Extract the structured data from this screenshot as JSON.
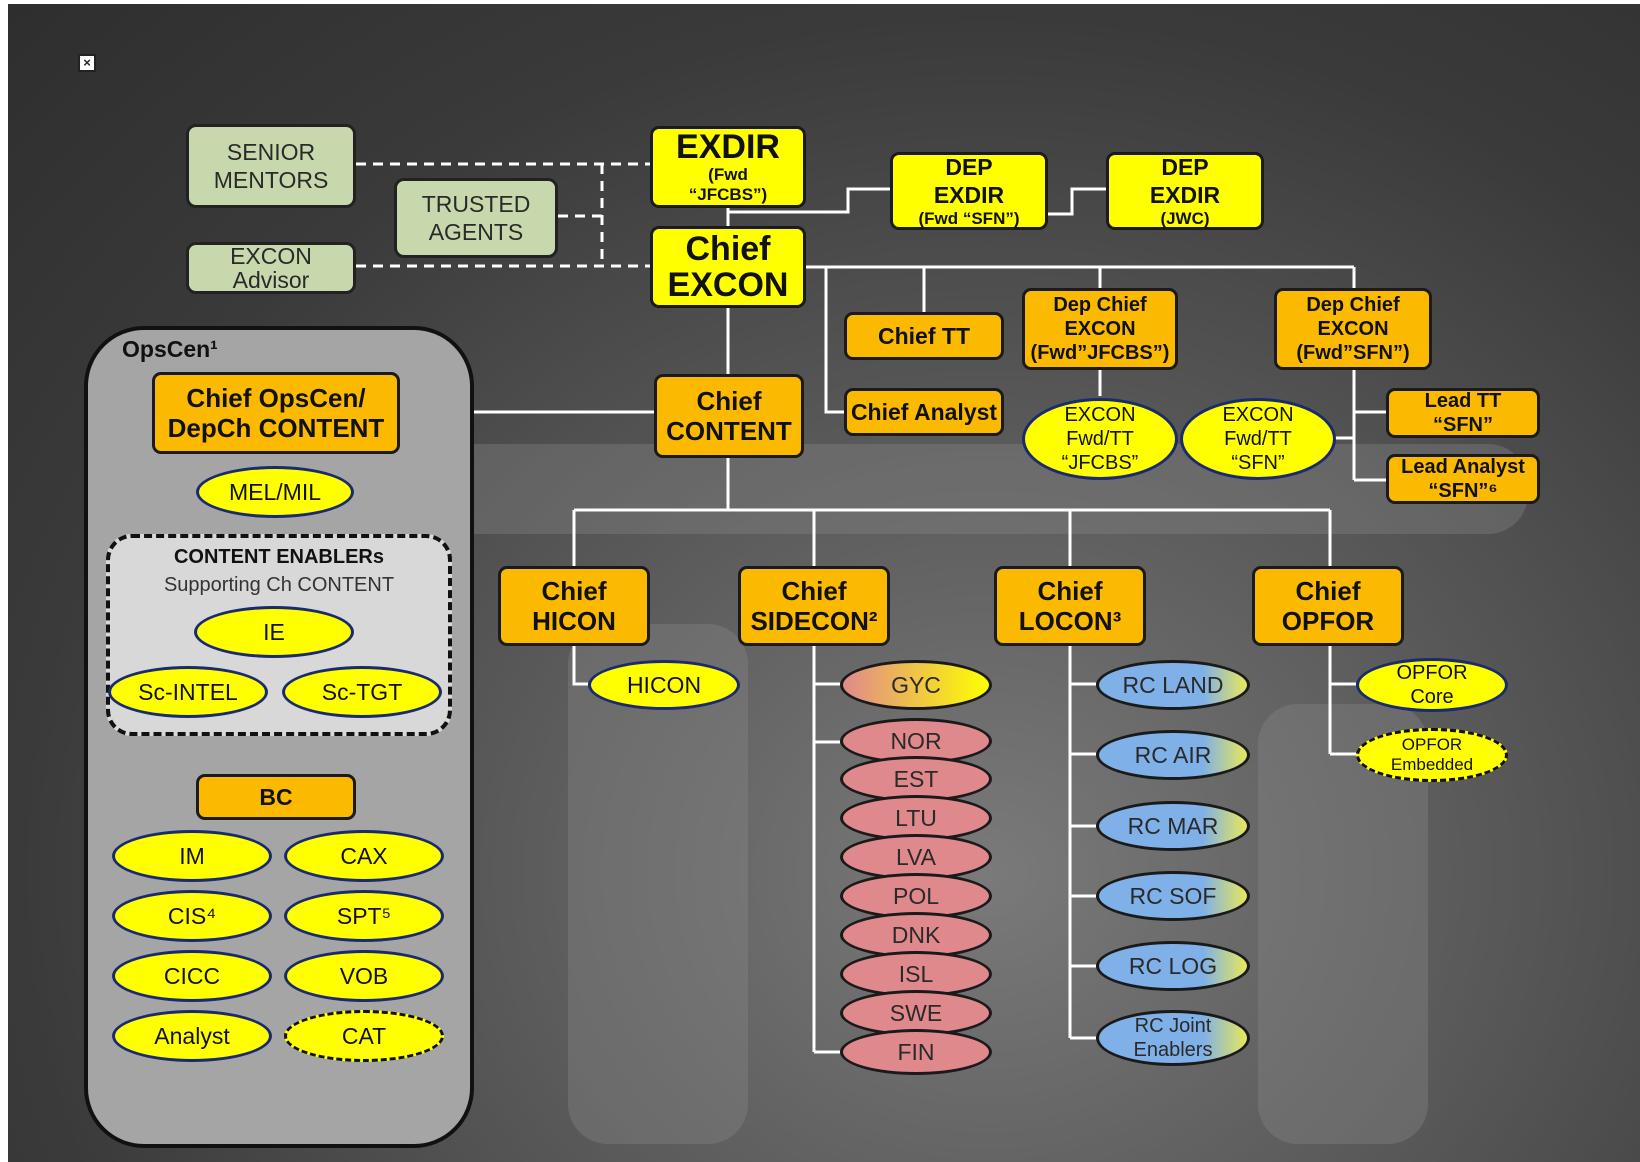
{
  "close_icon": "close-icon",
  "colors": {
    "yellow": "#ffff00",
    "orange": "#fbba00",
    "green": "#c7d8ad",
    "pink": "#e0898d",
    "blue": "#7fb0e8",
    "panel": "#a5a5a5"
  },
  "advisors": {
    "senior_mentors": [
      "SENIOR",
      "MENTORS"
    ],
    "trusted_agents": [
      "TRUSTED",
      "AGENTS"
    ],
    "excon_advisor": [
      "EXCON",
      "Advisor"
    ]
  },
  "exdir": {
    "title": "EXDIR",
    "sub1": "(Fwd",
    "sub2": "“JFCBS”)"
  },
  "dep_exdir_sfn": {
    "line1": "DEP",
    "line2": "EXDIR",
    "sub": "(Fwd “SFN”)"
  },
  "dep_exdir_jwc": {
    "line1": "DEP",
    "line2": "EXDIR",
    "sub": "(JWC)"
  },
  "chief_excon": [
    "Chief",
    "EXCON"
  ],
  "chief_tt": "Chief TT",
  "chief_analyst": "Chief Analyst",
  "dep_chief_jfcbs": [
    "Dep Chief",
    "EXCON",
    "(Fwd”JFCBS”)"
  ],
  "dep_chief_sfn": [
    "Dep Chief",
    "EXCON",
    "(Fwd”SFN”)"
  ],
  "excon_fwd_jfcbs": [
    "EXCON",
    "Fwd/TT",
    "“JFCBS”"
  ],
  "excon_fwd_sfn": [
    "EXCON",
    "Fwd/TT",
    "“SFN”"
  ],
  "lead_tt": [
    "Lead TT",
    "“SFN”"
  ],
  "lead_analyst": [
    "Lead Analyst",
    "“SFN”⁶"
  ],
  "chief_content": [
    "Chief",
    "CONTENT"
  ],
  "opscen": {
    "title": "OpsCen¹",
    "chief": [
      "Chief OpsCen/",
      "DepCh CONTENT"
    ],
    "mel": "MEL/MIL",
    "enablers_title": "CONTENT ENABLERs",
    "enablers_sub": "Supporting Ch CONTENT",
    "ie": "IE",
    "sc_intel": "Sc-INTEL",
    "sc_tgt": "Sc-TGT",
    "bc": "BC",
    "bc_items": [
      "IM",
      "CAX",
      "CIS⁴",
      "SPT⁵",
      "CICC",
      "VOB",
      "Analyst",
      "CAT"
    ]
  },
  "chief_hicon": [
    "Chief",
    "HICON"
  ],
  "chief_sidecon": [
    "Chief",
    "SIDECON²"
  ],
  "chief_locon": [
    "Chief",
    "LOCON³"
  ],
  "chief_opfor": [
    "Chief",
    "OPFOR"
  ],
  "hicon": "HICON",
  "sidecon_items": [
    "GYC",
    "NOR",
    "EST",
    "LTU",
    "LVA",
    "POL",
    "DNK",
    "ISL",
    "SWE",
    "FIN"
  ],
  "locon_items": [
    "RC LAND",
    "RC AIR",
    "RC MAR",
    "RC SOF",
    "RC LOG",
    "RC Joint Enablers"
  ],
  "opfor_core": [
    "OPFOR",
    "Core"
  ],
  "opfor_embedded": [
    "OPFOR",
    "Embedded"
  ]
}
